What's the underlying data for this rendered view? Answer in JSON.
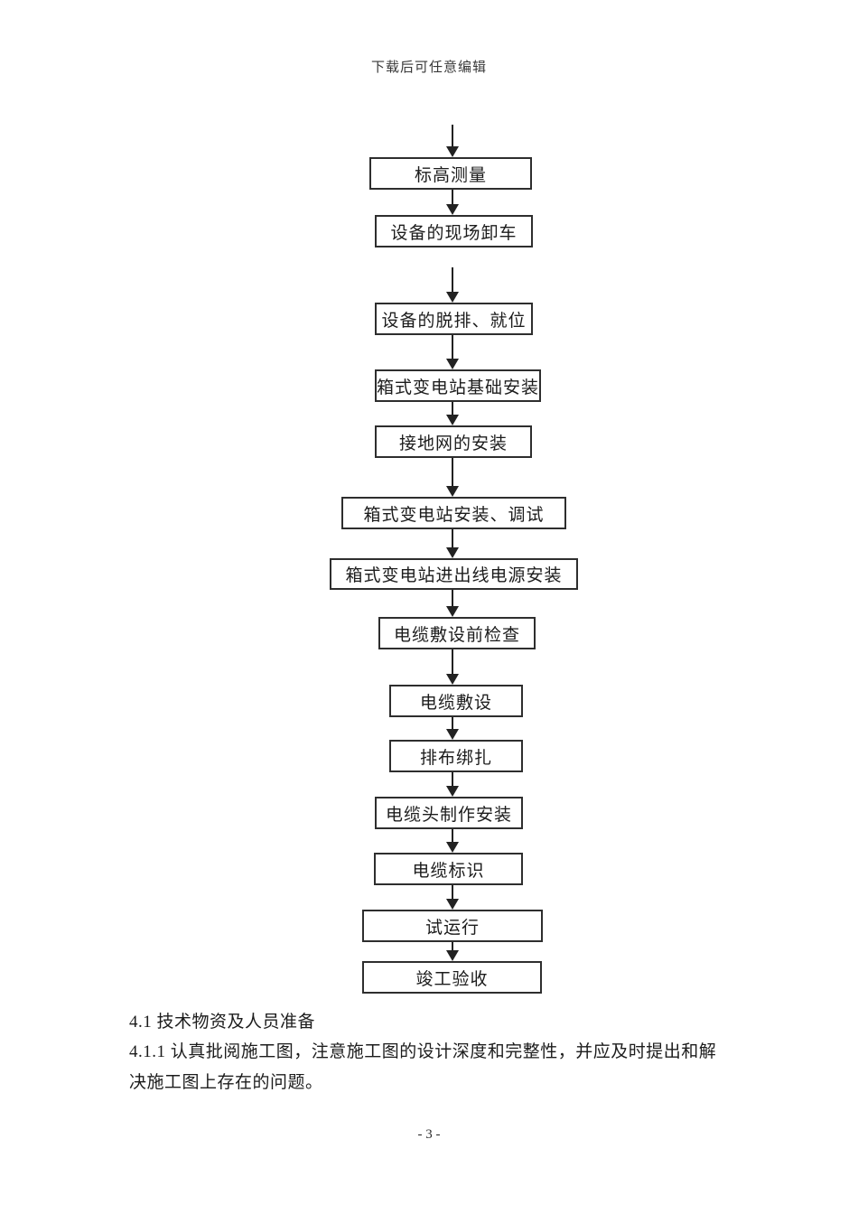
{
  "page": {
    "header": "下载后可任意编辑",
    "footer": "- 3 -"
  },
  "flowchart": {
    "steps": [
      "标高测量",
      "设备的现场卸车",
      "设备的脱排、就位",
      "箱式变电站基础安装",
      "接地网的安装",
      "箱式变电站安装、调试",
      "箱式变电站进出线电源安装",
      "电缆敷设前检查",
      "电缆敷设",
      "排布绑扎",
      "电缆头制作安装",
      "电缆标识",
      "试运行",
      "竣工验收"
    ]
  },
  "body": {
    "heading": "4.1 技术物资及人员准备",
    "paragraph_lines": [
      "4.1.1 认真批阅施工图，注意施工图的设计深度和完整性，并应及时提出和解",
      "决施工图上存在的问题。"
    ]
  }
}
